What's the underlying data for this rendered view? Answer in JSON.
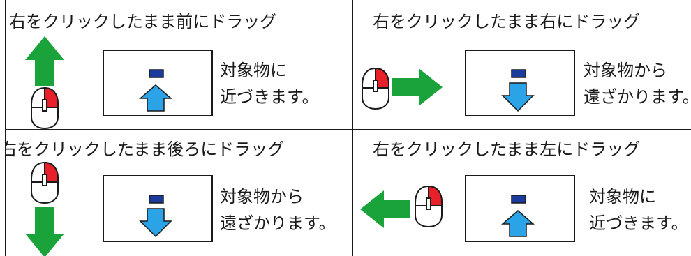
{
  "panels": [
    {
      "heading": "右をクリックしたまま前にドラッグ",
      "desc_line1": "対象物に",
      "desc_line2": "近づきます。"
    },
    {
      "heading": "右をクリックしたまま右にドラッグ",
      "desc_line1": "対象物から",
      "desc_line2": "遠ざかります。"
    },
    {
      "heading": "右をクリックしたまま後ろにドラッグ",
      "desc_line1": "対象物から",
      "desc_line2": "遠ざかります。"
    },
    {
      "heading": "右をクリックしたまま左にドラッグ",
      "desc_line1": "対象物に",
      "desc_line2": "近づきます。"
    }
  ],
  "colors": {
    "arrow_green": "#1aa33a",
    "button_red": "#e8202a",
    "target_blue": "#1a3a9c",
    "view_arrow_blue": "#2aa4e6",
    "line": "#1a1a1a"
  }
}
